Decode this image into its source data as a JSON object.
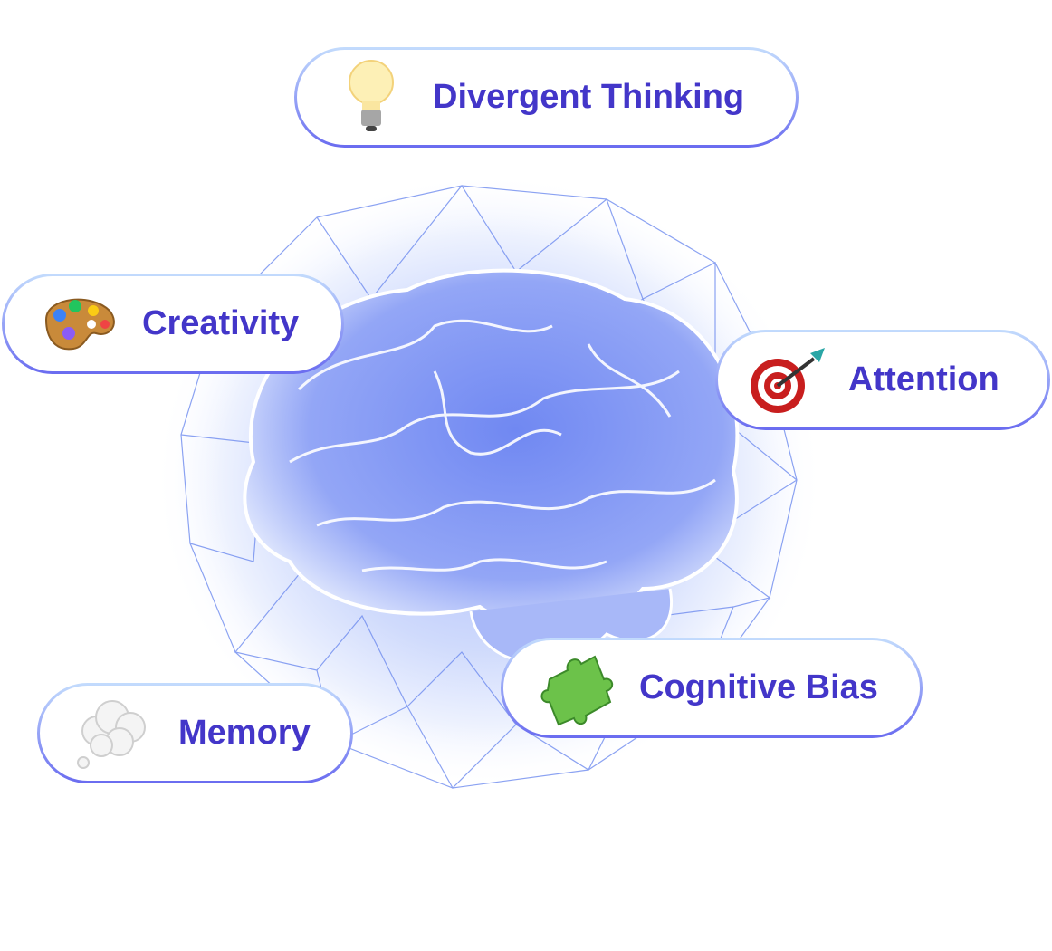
{
  "topics": [
    {
      "label": "Divergent Thinking",
      "icon": "lightbulb-icon"
    },
    {
      "label": "Creativity",
      "icon": "palette-icon"
    },
    {
      "label": "Attention",
      "icon": "target-dart-icon"
    },
    {
      "label": "Cognitive Bias",
      "icon": "puzzle-piece-icon"
    },
    {
      "label": "Memory",
      "icon": "thought-cloud-icon"
    }
  ],
  "colors": {
    "text": "#4336c9",
    "border_top": "#c3dcfd",
    "border_bottom": "#6a6cf0",
    "brain": "#6c84f0"
  }
}
